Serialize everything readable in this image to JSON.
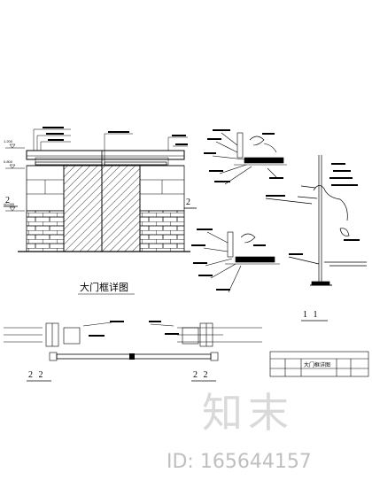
{
  "drawing": {
    "main_title": "大门框详图",
    "section_labels": [
      "1 1",
      "2 2",
      "2 2"
    ],
    "cut_marks": [
      "2",
      "2"
    ],
    "title_block_name": "大门框详图",
    "elevations": [
      "±0.000",
      "1.200",
      "0.800"
    ]
  },
  "watermark": {
    "brand": "知末",
    "id_text": "ID: 165644157"
  }
}
